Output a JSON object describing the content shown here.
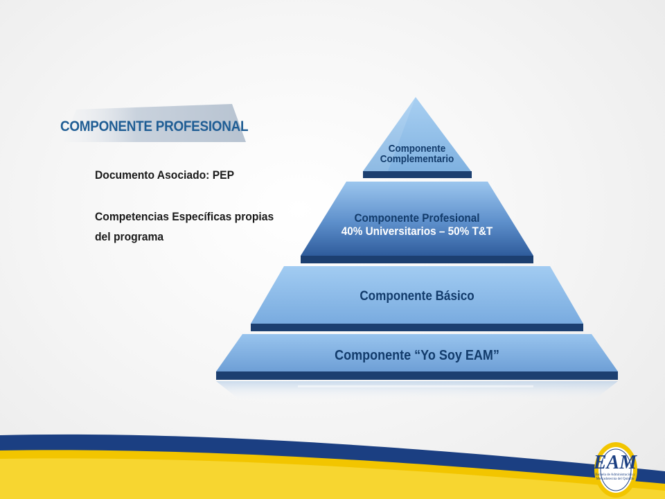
{
  "header": {
    "title": "COMPONENTE PROFESIONAL"
  },
  "content": {
    "documento": "Documento Asociado: PEP",
    "competencias_line1": "Competencias Específicas propias",
    "competencias_line2": "del programa"
  },
  "pyramid": {
    "tiers": [
      {
        "line1": "Componente",
        "line2": "Complementario"
      },
      {
        "line1": "Componente Profesional",
        "line2": "40% Universitarios – 50% T&T"
      },
      {
        "line1": "Componente Básico"
      },
      {
        "line1": "Componente “Yo Soy EAM”"
      }
    ]
  },
  "logo": {
    "name": "EAM",
    "subtitle_line1": "Escuela de Administración y",
    "subtitle_line2": "Mercadotecnia del Quindío",
    "colors": {
      "ring": "#f2c500",
      "inner": "#ffffff",
      "text": "#1b3f82"
    }
  },
  "colors": {
    "title": "#1f5d94",
    "tier_light": "#8fbfea",
    "tier_dark": "#3f6fae",
    "tier_base": "#1c3f70",
    "footer_navy": "#1b3f82",
    "footer_yellow": "#f2c500"
  }
}
